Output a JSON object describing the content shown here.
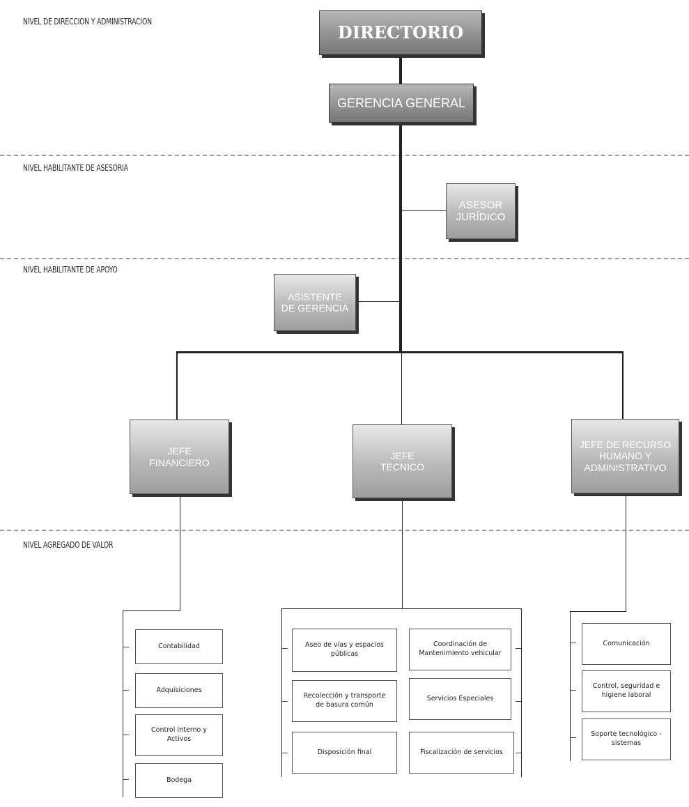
{
  "levels": {
    "direccion": "NIVEL DE DIRECCION Y ADMINISTRACION",
    "asesoria": "NIVEL HABILITANTE DE ASESORIA",
    "apoyo": "NIVEL HABILITANTE DE APOYO",
    "valor": "NIVEL AGREGADO DE VALOR"
  },
  "nodes": {
    "directorio": "DIRECTORIO",
    "gerencia": "GERENCIA GENERAL",
    "asesor_l1": "ASESOR",
    "asesor_l2": "JURÍDICO",
    "asistente_l1": "ASISTENTE",
    "asistente_l2": "DE GERENCIA",
    "financiero_l1": "JEFE",
    "financiero_l2": "FINANCIERO",
    "tecnico_l1": "JEFE",
    "tecnico_l2": "TECNICO",
    "rrhh_l1": "JEFE DE RECURSO",
    "rrhh_l2": "HUMANO Y",
    "rrhh_l3": "ADMINISTRATIVO"
  },
  "units": {
    "contabilidad": "Contabilidad",
    "adquisiciones": "Adquisiciones",
    "control_l1": "Control Interno y",
    "control_l2": "Activos",
    "bodega": "Bodega",
    "aseo_l1": "Aseo de vías y espacios",
    "aseo_l2": "públicas",
    "coord_l1": "Coordinación de",
    "coord_l2": "Mantenimiento vehicular",
    "recoleccion_l1": "Recolección y transporte",
    "recoleccion_l2": "de basura común",
    "servicios": "Servicios Especiales",
    "disposicion": "Disposición final",
    "fiscalizacion": "Fiscalización de servicios",
    "comunicacion": "Comunicación",
    "seguridad_l1": "Control, seguridad e",
    "seguridad_l2": "higiene laboral",
    "soporte_l1": "Soporte tecnológico -",
    "soporte_l2": "sistemas"
  },
  "colors": {
    "box_top": "#e8e8e8",
    "box_bottom": "#9e9e9e",
    "shadow": "#333333",
    "line": "#222222"
  }
}
